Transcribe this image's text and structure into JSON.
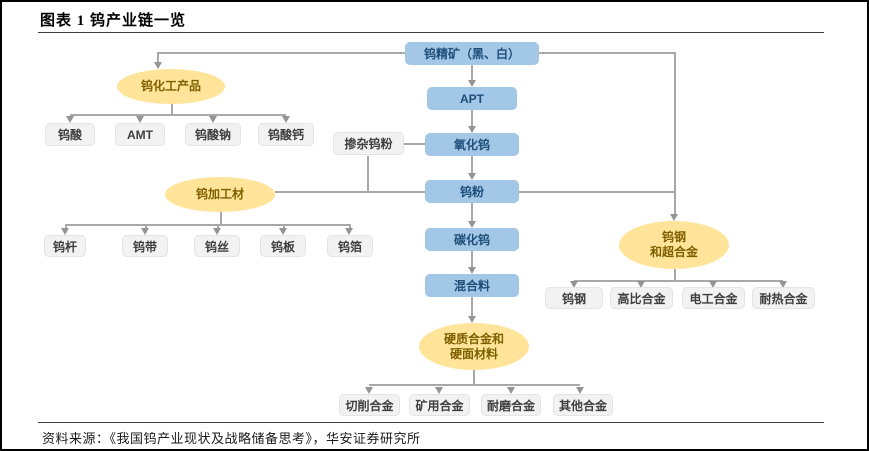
{
  "figure": {
    "title": "图表 1 钨产业链一览",
    "source": "资料来源：《我国钨产业现状及战略储备思考》，华安证券研究所"
  },
  "nodes": {
    "concentrate": "钨精矿（黑、白）",
    "apt": "APT",
    "oxide": "氧化钨",
    "doped_powder": "掺杂钨粉",
    "powder": "钨粉",
    "carbide": "碳化钨",
    "mixture": "混合料",
    "chemical_products": "钨化工产品",
    "processed_materials": "钨加工材",
    "hard_alloy_line1": "硬质合金和",
    "hard_alloy_line2": "硬面材料",
    "steel_alloy_line1": "钨钢",
    "steel_alloy_line2": "和超合金"
  },
  "children": {
    "chemical": [
      "钨酸",
      "AMT",
      "钨酸钠",
      "钨酸钙"
    ],
    "processed": [
      "钨杆",
      "钨带",
      "钨丝",
      "钨板",
      "钨箔"
    ],
    "steel": [
      "钨钢",
      "高比合金",
      "电工合金",
      "耐热合金"
    ],
    "hard_alloy": [
      "切削合金",
      "矿用合金",
      "耐磨合金",
      "其他合金"
    ]
  },
  "colors": {
    "blue_node_bg": "#A3C7E6",
    "blue_node_text": "#1F4E79",
    "ellipse_bg": "#FFE499",
    "ellipse_text": "#7F6000",
    "gray_node_bg": "#F2F2F2",
    "gray_node_text": "#3F3F3F",
    "connector": "#A8A8A8"
  }
}
